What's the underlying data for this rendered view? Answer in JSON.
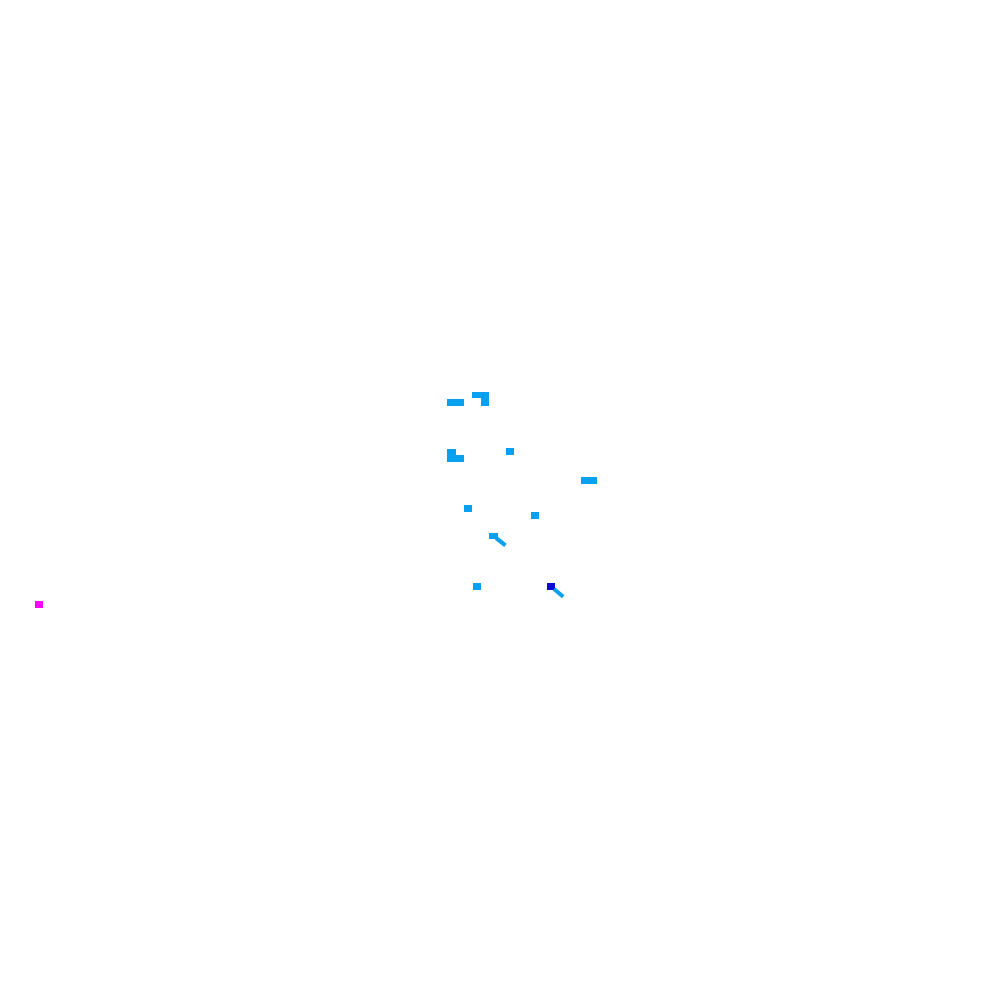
{
  "colors": {
    "background": "#ffffff",
    "enemy": "#0aa0f0",
    "player": "#ff00ff",
    "selected_enemy": "#0a0ad0"
  },
  "entities": {
    "player": {
      "kind": "player",
      "color_key": "player"
    },
    "enemies": [
      {
        "kind": "enemy",
        "color_key": "enemy"
      },
      {
        "kind": "enemy",
        "color_key": "enemy"
      },
      {
        "kind": "enemy",
        "color_key": "enemy"
      },
      {
        "kind": "enemy",
        "color_key": "enemy"
      },
      {
        "kind": "enemy",
        "color_key": "enemy"
      },
      {
        "kind": "enemy",
        "color_key": "enemy"
      },
      {
        "kind": "enemy",
        "color_key": "enemy"
      },
      {
        "kind": "enemy",
        "color_key": "enemy"
      },
      {
        "kind": "enemy",
        "color_key": "enemy"
      },
      {
        "kind": "enemy",
        "color_key": "enemy"
      }
    ],
    "selected_enemy": {
      "kind": "enemy-selected",
      "color_key": "selected_enemy"
    }
  }
}
